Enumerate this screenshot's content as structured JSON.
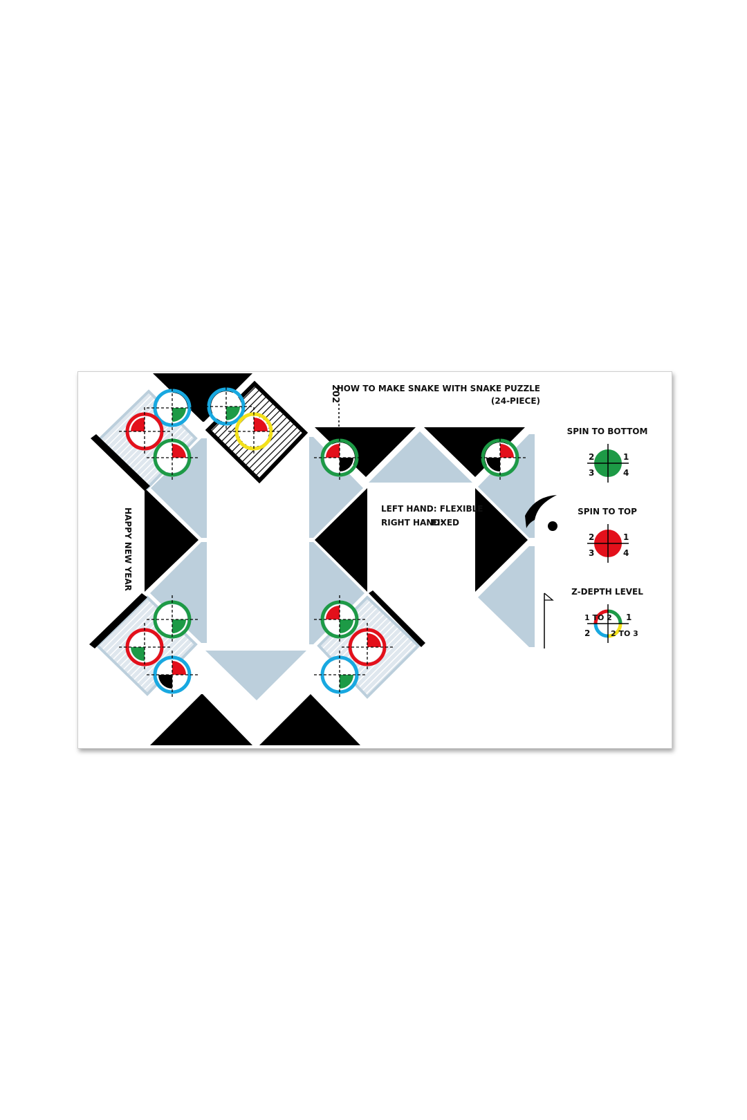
{
  "title": {
    "line1": "HOW TO MAKE SNAKE WITH SNAKE PUZZLE",
    "line2": "(24-PIECE)"
  },
  "side_text": "HAPPY NEW YEAR",
  "marker_number": "202",
  "hands": {
    "left": "LEFT HAND: FLEXIBLE",
    "right_label": "RIGHT HAND:",
    "right_value": "FIXED"
  },
  "legend": {
    "spin_bottom": {
      "title": "SPIN TO BOTTOM",
      "color": "#1d9a46",
      "q2": "2",
      "q1": "1",
      "q3": "3",
      "q4": "4"
    },
    "spin_top": {
      "title": "SPIN TO TOP",
      "color": "#e3101b",
      "q2": "2",
      "q1": "1",
      "q3": "3",
      "q4": "4"
    },
    "z_depth": {
      "title": "Z-DEPTH LEVEL",
      "q2": "1 TO 2",
      "q1": "1",
      "q3": "2",
      "q4": "2 TO 3",
      "colors": [
        "#e3101b",
        "#1d9a46",
        "#18a8e0",
        "#f3e01a"
      ]
    }
  },
  "colors": {
    "black_piece": "#000000",
    "blue_piece": "#bccfdc",
    "red": "#e3101b",
    "green": "#1d9a46",
    "cyan": "#18a8e0",
    "yellow": "#f3e01a"
  },
  "icons": [
    "snake-head-icon",
    "flag-icon"
  ]
}
